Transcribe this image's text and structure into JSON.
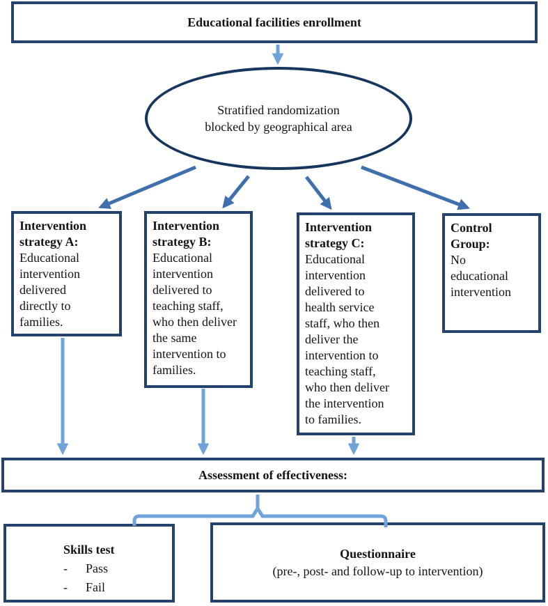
{
  "colors": {
    "box_border": "#24426b",
    "ellipse_border": "#17365d",
    "arrow_light": "#6fa3d9",
    "arrow_dark": "#3f6fad",
    "text": "#141414"
  },
  "enrollment": {
    "label": "Educational facilities enrollment"
  },
  "randomization": {
    "text": "Stratified randomization\nblocked by geographical area"
  },
  "branches": [
    {
      "title": "Intervention\nstrategy A:",
      "body": "Educational\nintervention\ndelivered\ndirectly to\nfamilies."
    },
    {
      "title": "Intervention\nstrategy B:",
      "body": "Educational\nintervention\ndelivered to\nteaching staff,\nwho then deliver\nthe same\nintervention to\nfamilies."
    },
    {
      "title": "Intervention\nstrategy C:",
      "body": "Educational\nintervention\ndelivered to\nhealth service\nstaff, who then\ndeliver the\nintervention to\nteaching staff,\nwho then deliver\nthe intervention\nto families."
    },
    {
      "title": "Control\nGroup:",
      "body": "No\neducational\nintervention"
    }
  ],
  "assessment": {
    "label": "Assessment of effectiveness:"
  },
  "skills": {
    "title": "Skills test",
    "dash": "-",
    "items": [
      "Pass",
      "Fail"
    ]
  },
  "questionnaire": {
    "title": "Questionnaire",
    "subtitle": "(pre-, post- and follow-up to intervention)"
  }
}
